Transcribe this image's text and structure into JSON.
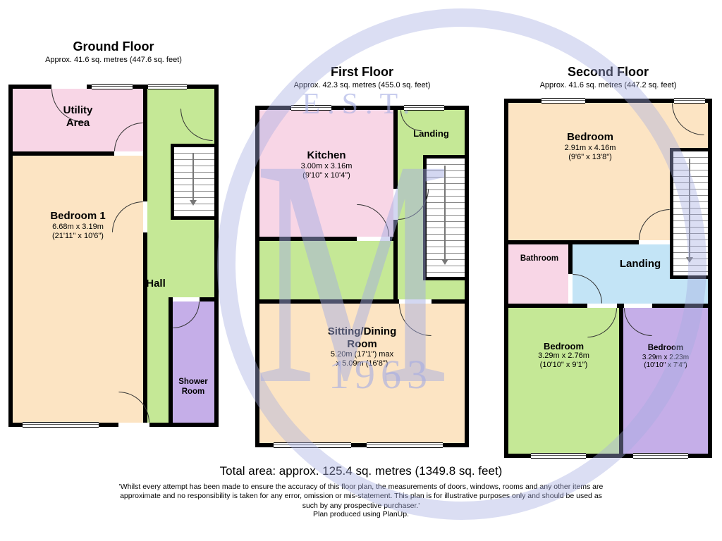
{
  "watermark": {
    "est": "E.S.T.",
    "monogram": "M",
    "year": "1963"
  },
  "colors": {
    "wall": "#000000",
    "room_pink": "#f8d6e6",
    "room_cream": "#fce4c3",
    "room_green": "#c5e896",
    "room_purple": "#c5aee8",
    "room_blue": "#c3e4f6",
    "watermark": "#a4ace2"
  },
  "floors": [
    {
      "title": "Ground Floor",
      "subtitle": "Approx. 41.6 sq. metres (447.6 sq. feet)",
      "rooms": [
        {
          "name": "Utility\nArea"
        },
        {
          "name": "Bedroom 1",
          "metric": "6.68m x 3.19m",
          "imperial": "(21'11\" x 10'6\")"
        },
        {
          "name": "Hall"
        },
        {
          "name": "Shower\nRoom"
        }
      ]
    },
    {
      "title": "First Floor",
      "subtitle": "Approx. 42.3 sq. metres (455.0 sq. feet)",
      "rooms": [
        {
          "name": "Kitchen",
          "metric": "3.00m x 3.16m",
          "imperial": "(9'10\" x 10'4\")"
        },
        {
          "name": "Landing"
        },
        {
          "name": "Sitting/Dining\nRoom",
          "metric": "5.20m (17'1\") max",
          "imperial": "x 5.09m (16'8\")"
        }
      ]
    },
    {
      "title": "Second Floor",
      "subtitle": "Approx. 41.6 sq. metres (447.2 sq. feet)",
      "rooms": [
        {
          "name": "Bedroom",
          "metric": "2.91m x 4.16m",
          "imperial": "(9'6\" x 13'8\")"
        },
        {
          "name": "Bathroom"
        },
        {
          "name": "Landing"
        },
        {
          "name": "Bedroom",
          "metric": "3.29m x 2.76m",
          "imperial": "(10'10\" x 9'1\")"
        },
        {
          "name": "Bedroom",
          "metric": "3.29m x 2.23m",
          "imperial": "(10'10\" x 7'4\")"
        }
      ]
    }
  ],
  "footer": {
    "total": "Total area: approx. 125.4 sq. metres (1349.8 sq. feet)",
    "disclaimer": "'Whilst every attempt has been made to ensure the accuracy of this floor plan, the measurements of doors, windows, rooms and any other items are approximate and no responsibility is taken for any error, omission or mis-statement.  This plan is for illustrative purposes only and should be used as such by any prospective purchaser.'",
    "produced": "Plan produced using PlanUp."
  }
}
